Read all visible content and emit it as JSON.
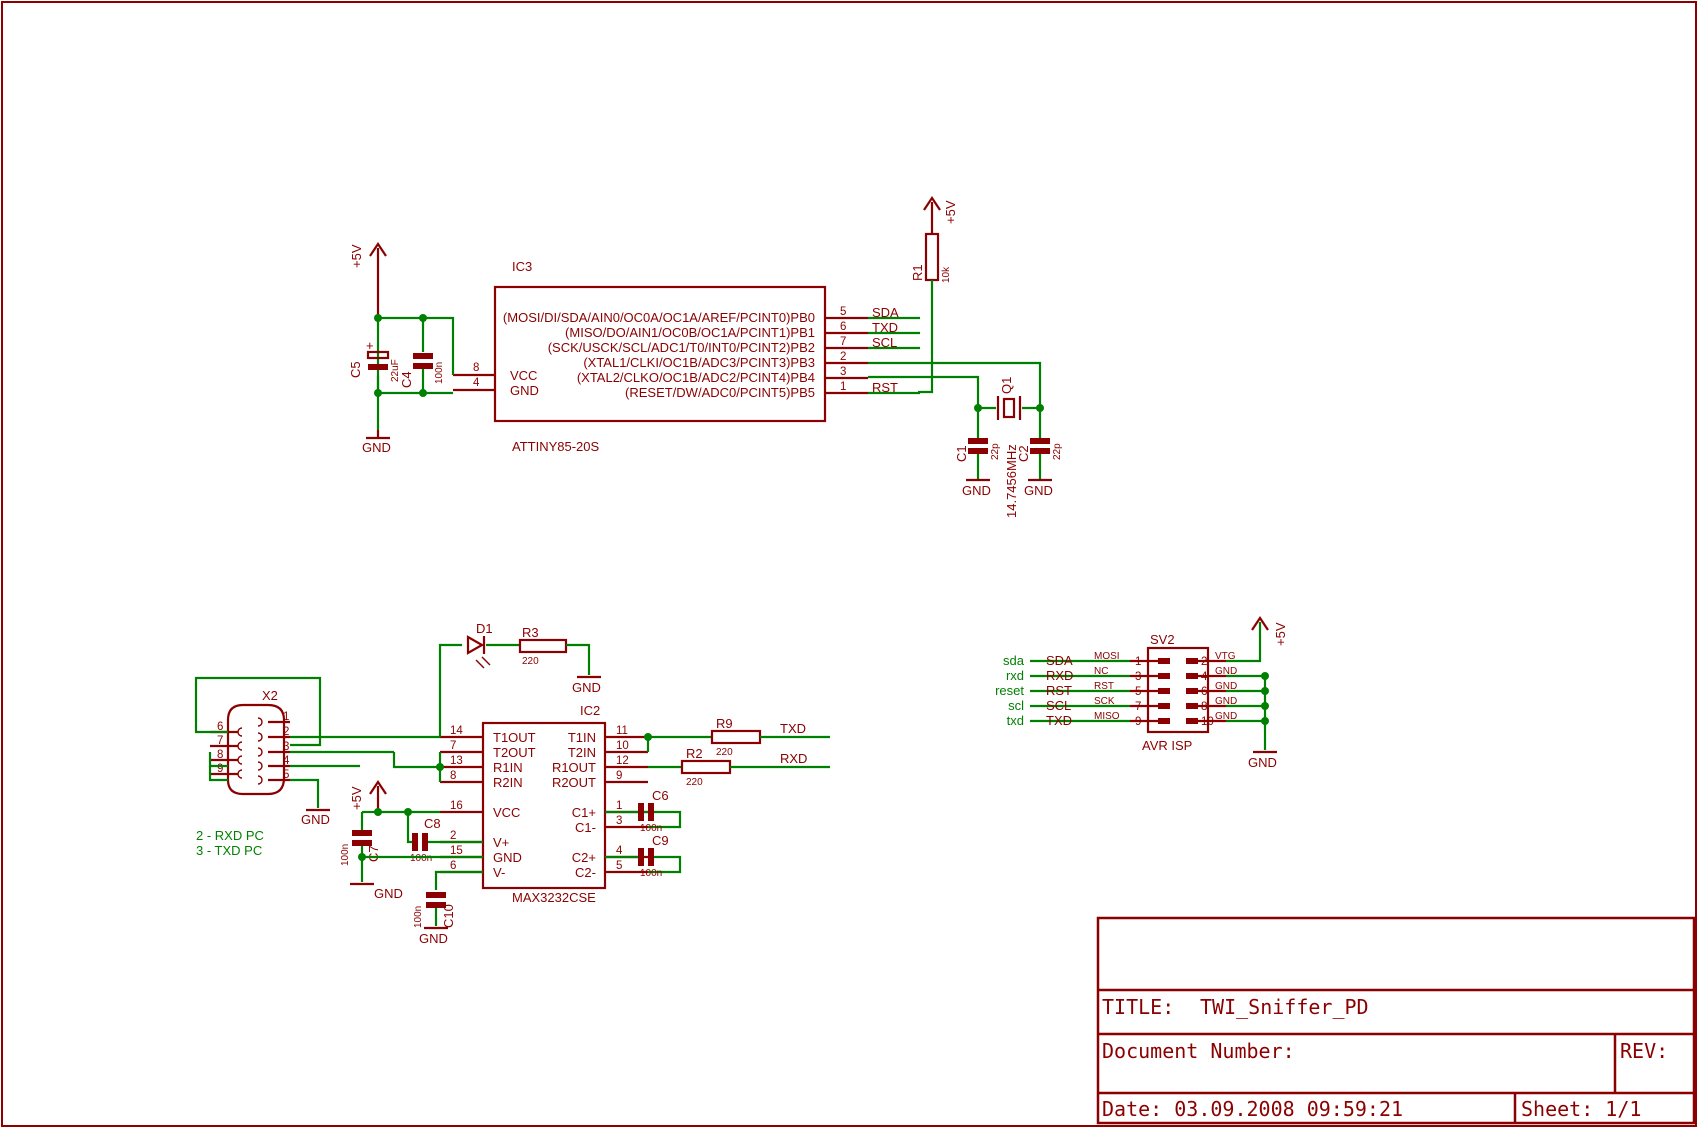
{
  "ic3": {
    "name": "IC3",
    "value": "ATTINY85-20S",
    "pins_right": [
      {
        "num": "5",
        "label": "(MOSI/DI/SDA/AIN0/OC0A/OC1A/AREF/PCINT0)PB0",
        "net": "SDA"
      },
      {
        "num": "6",
        "label": "(MISO/DO/AIN1/OC0B/OC1A/PCINT1)PB1",
        "net": "TXD"
      },
      {
        "num": "7",
        "label": "(SCK/USCK/SCL/ADC1/T0/INT0/PCINT2)PB2",
        "net": "SCL"
      },
      {
        "num": "2",
        "label": "(XTAL1/CLKI/OC1B/ADC3/PCINT3)PB3",
        "net": ""
      },
      {
        "num": "3",
        "label": "(XTAL2/CLKO/OC1B/ADC2/PCINT4)PB4",
        "net": ""
      },
      {
        "num": "1",
        "label": "(RESET/DW/ADC0/PCINT5)PB5",
        "net": "RST"
      }
    ],
    "pins_left": [
      {
        "num": "8",
        "label": "VCC"
      },
      {
        "num": "4",
        "label": "GND"
      }
    ]
  },
  "power": {
    "vcc": "+5V",
    "gnd": "GND"
  },
  "c5": {
    "name": "C5",
    "value": "22uF"
  },
  "c4": {
    "name": "C4",
    "value": "100n"
  },
  "r1": {
    "name": "R1",
    "value": "10k"
  },
  "q1": {
    "name": "Q1",
    "value": "14.7456MHz"
  },
  "c1": {
    "name": "C1",
    "value": "22p"
  },
  "c2": {
    "name": "C2",
    "value": "22p"
  },
  "d1": {
    "name": "D1"
  },
  "r3": {
    "name": "R3",
    "value": "220"
  },
  "r9": {
    "name": "R9",
    "value": "220"
  },
  "r2": {
    "name": "R2",
    "value": "220"
  },
  "x2": {
    "name": "X2",
    "pins": [
      "1",
      "2",
      "3",
      "4",
      "5",
      "6",
      "7",
      "8",
      "9"
    ],
    "notes": [
      "2 - RXD PC",
      "3 - TXD PC"
    ]
  },
  "ic2": {
    "name": "IC2",
    "value": "MAX3232CSE",
    "left": [
      {
        "num": "14",
        "label": "T1OUT"
      },
      {
        "num": "7",
        "label": "T2OUT"
      },
      {
        "num": "13",
        "label": "R1IN"
      },
      {
        "num": "8",
        "label": "R2IN"
      },
      {
        "num": "16",
        "label": "VCC"
      },
      {
        "num": "2",
        "label": "V+"
      },
      {
        "num": "15",
        "label": "GND"
      },
      {
        "num": "6",
        "label": "V-"
      }
    ],
    "right": [
      {
        "num": "11",
        "label": "T1IN"
      },
      {
        "num": "10",
        "label": "T2IN"
      },
      {
        "num": "12",
        "label": "R1OUT"
      },
      {
        "num": "9",
        "label": "R2OUT"
      },
      {
        "num": "1",
        "label": "C1+"
      },
      {
        "num": "3",
        "label": "C1-"
      },
      {
        "num": "4",
        "label": "C2+"
      },
      {
        "num": "5",
        "label": "C2-"
      }
    ],
    "nets": {
      "txd": "TXD",
      "rxd": "RXD"
    }
  },
  "caps_max": {
    "c6": {
      "name": "C6",
      "value": "100n"
    },
    "c9": {
      "name": "C9",
      "value": "100n"
    },
    "c8": {
      "name": "C8",
      "value": "100n"
    },
    "c7": {
      "name": "C7",
      "value": "100n"
    },
    "c10": {
      "name": "C10",
      "value": "100n"
    }
  },
  "sv2": {
    "name": "SV2",
    "value": "AVR ISP",
    "rows": [
      {
        "ext": "sda",
        "net": "SDA",
        "fn": "MOSI",
        "l": "1",
        "r": "2",
        "rfn": "VTG"
      },
      {
        "ext": "rxd",
        "net": "RXD",
        "fn": "NC",
        "l": "3",
        "r": "4",
        "rfn": "GND"
      },
      {
        "ext": "reset",
        "net": "RST",
        "fn": "RST",
        "l": "5",
        "r": "6",
        "rfn": "GND"
      },
      {
        "ext": "scl",
        "net": "SCL",
        "fn": "SCK",
        "l": "7",
        "r": "8",
        "rfn": "GND"
      },
      {
        "ext": "txd",
        "net": "TXD",
        "fn": "MISO",
        "l": "9",
        "r": "10",
        "rfn": "GND"
      }
    ]
  },
  "titleblock": {
    "title_label": "TITLE:",
    "title": "TWI_Sniffer_PD",
    "docnum_label": "Document Number:",
    "rev_label": "REV:",
    "date": "Date: 03.09.2008 09:59:21",
    "sheet": "Sheet: 1/1"
  },
  "colors": {
    "part": "#8b0000",
    "wire": "#008000",
    "frame": "#8b0000"
  }
}
